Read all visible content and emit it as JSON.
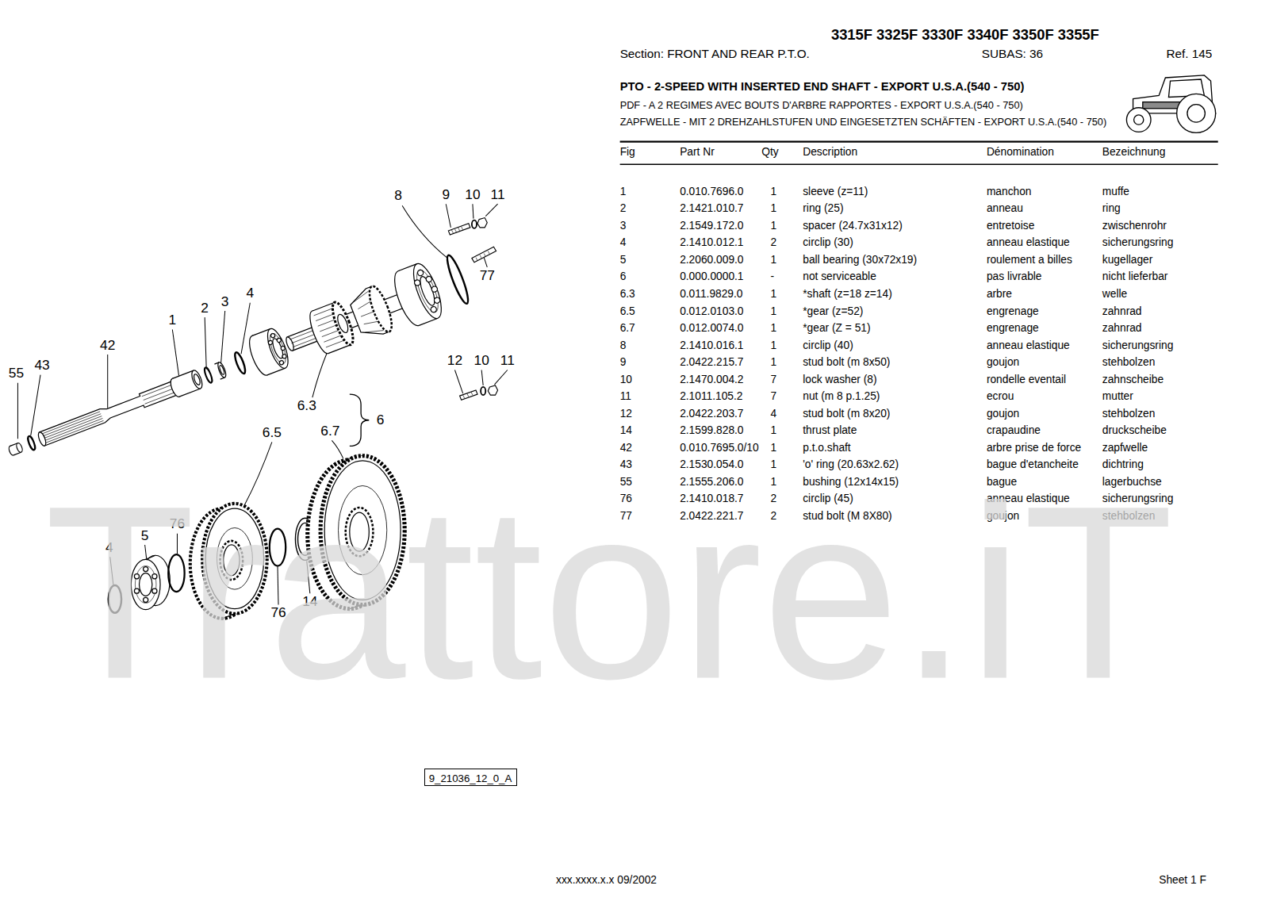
{
  "diagram": {
    "title": "PTO - 2-SPEED WITH INSERTED END SHAFT - EXPORT U.S.A.(540 - 750)",
    "nodes": [
      {
        "text": [
          "9_21036_12_0_A"
        ]
      }
    ],
    "labels": [
      "3315F 3325F 3330F 3340F 3350F 3355F",
      "Section: FRONT AND REAR P.T.O.",
      "SUBAS: 36",
      "Ref. 145",
      "PDF - A 2 REGIMES AVEC BOUTS D'ARBRE RAPPORTES - EXPORT U.S.A.(540 - 750)",
      "ZAPFWELLE - MIT 2 DREHZAHLSTUFEN UND EINGESETZTEN SCHÄFTEN - EXPORT U.S.A.(540 - 750)",
      "Fig",
      "Part Nr",
      "Qty",
      "Description",
      "Dénomination",
      "Bezeichnung",
      "1",
      "0.010.7696.0",
      "1",
      "sleeve (z=11)",
      "manchon",
      "muffe",
      "2",
      "2.1421.010.7",
      "1",
      "ring (25)",
      "anneau",
      "ring",
      "3",
      "2.1549.172.0",
      "1",
      "spacer (24.7x31x12)",
      "entretoise",
      "zwischenrohr",
      "4",
      "2.1410.012.1",
      "2",
      "circlip (30)",
      "anneau elastique",
      "sicherungsring",
      "5",
      "2.2060.009.0",
      "1",
      "ball bearing (30x72x19)",
      "roulement a billes",
      "kugellager",
      "6",
      "0.000.0000.1",
      "-",
      "not serviceable",
      "pas livrable",
      "nicht lieferbar",
      "6.3",
      "0.011.9829.0",
      "1",
      "*shaft (z=18 z=14)",
      "arbre",
      "welle",
      "6.5",
      "0.012.0103.0",
      "1",
      "*gear (z=52)",
      "engrenage",
      "zahnrad",
      "6.7",
      "0.012.0074.0",
      "1",
      "*gear (Z = 51)",
      "engrenage",
      "zahnrad",
      "8",
      "2.1410.016.1",
      "1",
      "circlip (40)",
      "anneau elastique",
      "sicherungsring",
      "9",
      "2.0422.215.7",
      "1",
      "stud bolt (m 8x50)",
      "goujon",
      "stehbolzen",
      "10",
      "2.1470.004.2",
      "7",
      "lock washer (8)",
      "rondelle eventail",
      "zahnscheibe",
      "11",
      "2.1011.105.2",
      "7",
      "nut (m 8 p.1.25)",
      "ecrou",
      "mutter",
      "12",
      "2.0422.203.7",
      "4",
      "stud bolt (m 8x20)",
      "goujon",
      "stehbolzen",
      "14",
      "2.1599.828.0",
      "1",
      "thrust plate",
      "crapaudine",
      "druckscheibe",
      "42",
      "0.010.7695.0/10",
      "1",
      "p.t.o.shaft",
      "arbre prise de force",
      "zapfwelle",
      "43",
      "2.1530.054.0",
      "1",
      "'o' ring (20.63x2.62)",
      "bague d'etancheite",
      "dichtring",
      "55",
      "2.1555.206.0",
      "1",
      "bushing (12x14x15)",
      "bague",
      "lagerbuchse",
      "76",
      "2.1410.018.7",
      "2",
      "circlip (45)",
      "anneau elastique",
      "sicherungsring",
      "77",
      "2.0422.221.7",
      "2",
      "stud bolt (M 8X80)",
      "goujon",
      "stehbolzen",
      "8",
      "9",
      "10",
      "11",
      "77",
      "42",
      "1",
      "2",
      "3",
      "4",
      "55",
      "43",
      "6.3",
      "6",
      "12",
      "10",
      "11",
      "6.5",
      "6.7",
      "76",
      "4",
      "5",
      "14",
      "76",
      "Trattore.iT",
      "xxx.xxxx.x.x  09/2002",
      "Sheet 1 F"
    ]
  }
}
